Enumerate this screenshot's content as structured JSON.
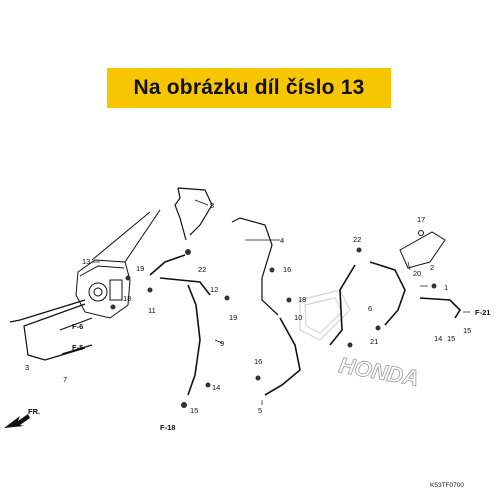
{
  "banner": {
    "text": "Na obrázku díl číslo 13",
    "color": "#f7c600"
  },
  "diagram": {
    "code": "K53TF0700",
    "watermark": "HONDA",
    "front_arrow": "FR.",
    "part_labels": [
      "1",
      "2",
      "3",
      "4",
      "5",
      "6",
      "7",
      "8",
      "9",
      "10",
      "11",
      "12",
      "13",
      "14",
      "14",
      "15",
      "15",
      "15",
      "16",
      "16",
      "17",
      "18",
      "18",
      "19",
      "19",
      "20",
      "21",
      "22",
      "22"
    ],
    "ref_labels": [
      "F-6",
      "F-5",
      "F-18",
      "F-21"
    ]
  }
}
